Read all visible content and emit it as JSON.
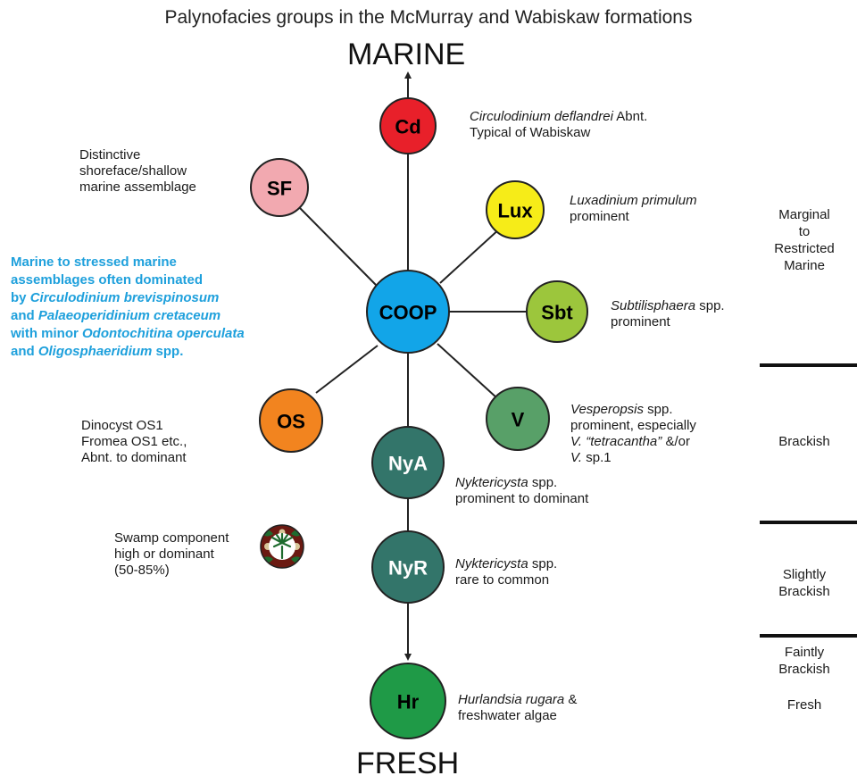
{
  "title": "Palynofacies groups in the McMurray and Wabiskaw formations",
  "poles": {
    "top": "MARINE",
    "bottom": "FRESH"
  },
  "nodes": {
    "cd": {
      "label": "Cd",
      "color": "#e8202a",
      "text_color": "#000000"
    },
    "sf": {
      "label": "SF",
      "color": "#f2a9b0",
      "text_color": "#000000"
    },
    "lux": {
      "label": "Lux",
      "color": "#f6ec18",
      "text_color": "#000000"
    },
    "coop": {
      "label": "COOP",
      "color": "#12a5e8",
      "text_color": "#000000"
    },
    "sbt": {
      "label": "Sbt",
      "color": "#9cc63c",
      "text_color": "#000000"
    },
    "os": {
      "label": "OS",
      "color": "#f2841f",
      "text_color": "#000000"
    },
    "v": {
      "label": "V",
      "color": "#58a068",
      "text_color": "#000000"
    },
    "nya": {
      "label": "NyA",
      "color": "#33756a",
      "text_color": "#ffffff"
    },
    "nyr": {
      "label": "NyR",
      "color": "#33756a",
      "text_color": "#ffffff"
    },
    "hr": {
      "label": "Hr",
      "color": "#1f9a47",
      "text_color": "#000000"
    }
  },
  "descriptions": {
    "cd": {
      "italic": "Circulodinium deflandrei",
      "rest": " Abnt.",
      "line2": "Typical of Wabiskaw"
    },
    "sf": {
      "line1": "Distinctive",
      "line2": "shoreface/shallow",
      "line3": "marine assemblage"
    },
    "lux": {
      "italic": "Luxadinium primulum",
      "line2": "prominent"
    },
    "sbt": {
      "italic": "Subtilisphaera",
      "rest": " spp.",
      "line2": "prominent"
    },
    "v": {
      "italic": "Vesperopsis",
      "rest": " spp.",
      "line2": "prominent, especially",
      "line3_italic": "V. “tetracantha”",
      "line3_rest": " &/or",
      "line4_italic": "V.",
      "line4_rest": " sp.1"
    },
    "os": {
      "line1": "Dinocyst OS1",
      "line2": "Fromea OS1 etc.,",
      "line3": "Abnt. to dominant"
    },
    "nya": {
      "italic": "Nyktericysta",
      "rest": " spp.",
      "line2": "prominent to dominant"
    },
    "nyr": {
      "italic": "Nyktericysta",
      "rest": " spp.",
      "line2": "rare to common"
    },
    "swamp": {
      "line1": "Swamp component",
      "line2": "high or dominant",
      "line3": "(50-85%)"
    },
    "hr": {
      "italic": "Hurlandsia rugara",
      "rest": " &",
      "line2": "freshwater algae"
    }
  },
  "coop_note": {
    "l1": "Marine to stressed marine",
    "l2": "assemblages often dominated",
    "l3a": "by ",
    "l3b": "Circulodinium brevispinosum",
    "l4a": "and ",
    "l4b": "Palaeoperidinium cretaceum",
    "l5a": "with minor ",
    "l5b": "Odontochitina operculata",
    "l6a": "and ",
    "l6b": "Oligosphaeridium",
    "l6c": " spp."
  },
  "zones": {
    "marine": {
      "l1": "Marginal",
      "l2": "to",
      "l3": "Restricted",
      "l4": "Marine"
    },
    "brackish": "Brackish",
    "slightly": {
      "l1": "Slightly",
      "l2": "Brackish"
    },
    "faintly": {
      "l1": "Faintly",
      "l2": "Brackish"
    },
    "fresh": "Fresh"
  },
  "colors": {
    "note_blue": "#1ea0dc",
    "line": "#222222",
    "swamp_bg": "#6b1a12",
    "swamp_leaf": "#1e6b2e"
  }
}
